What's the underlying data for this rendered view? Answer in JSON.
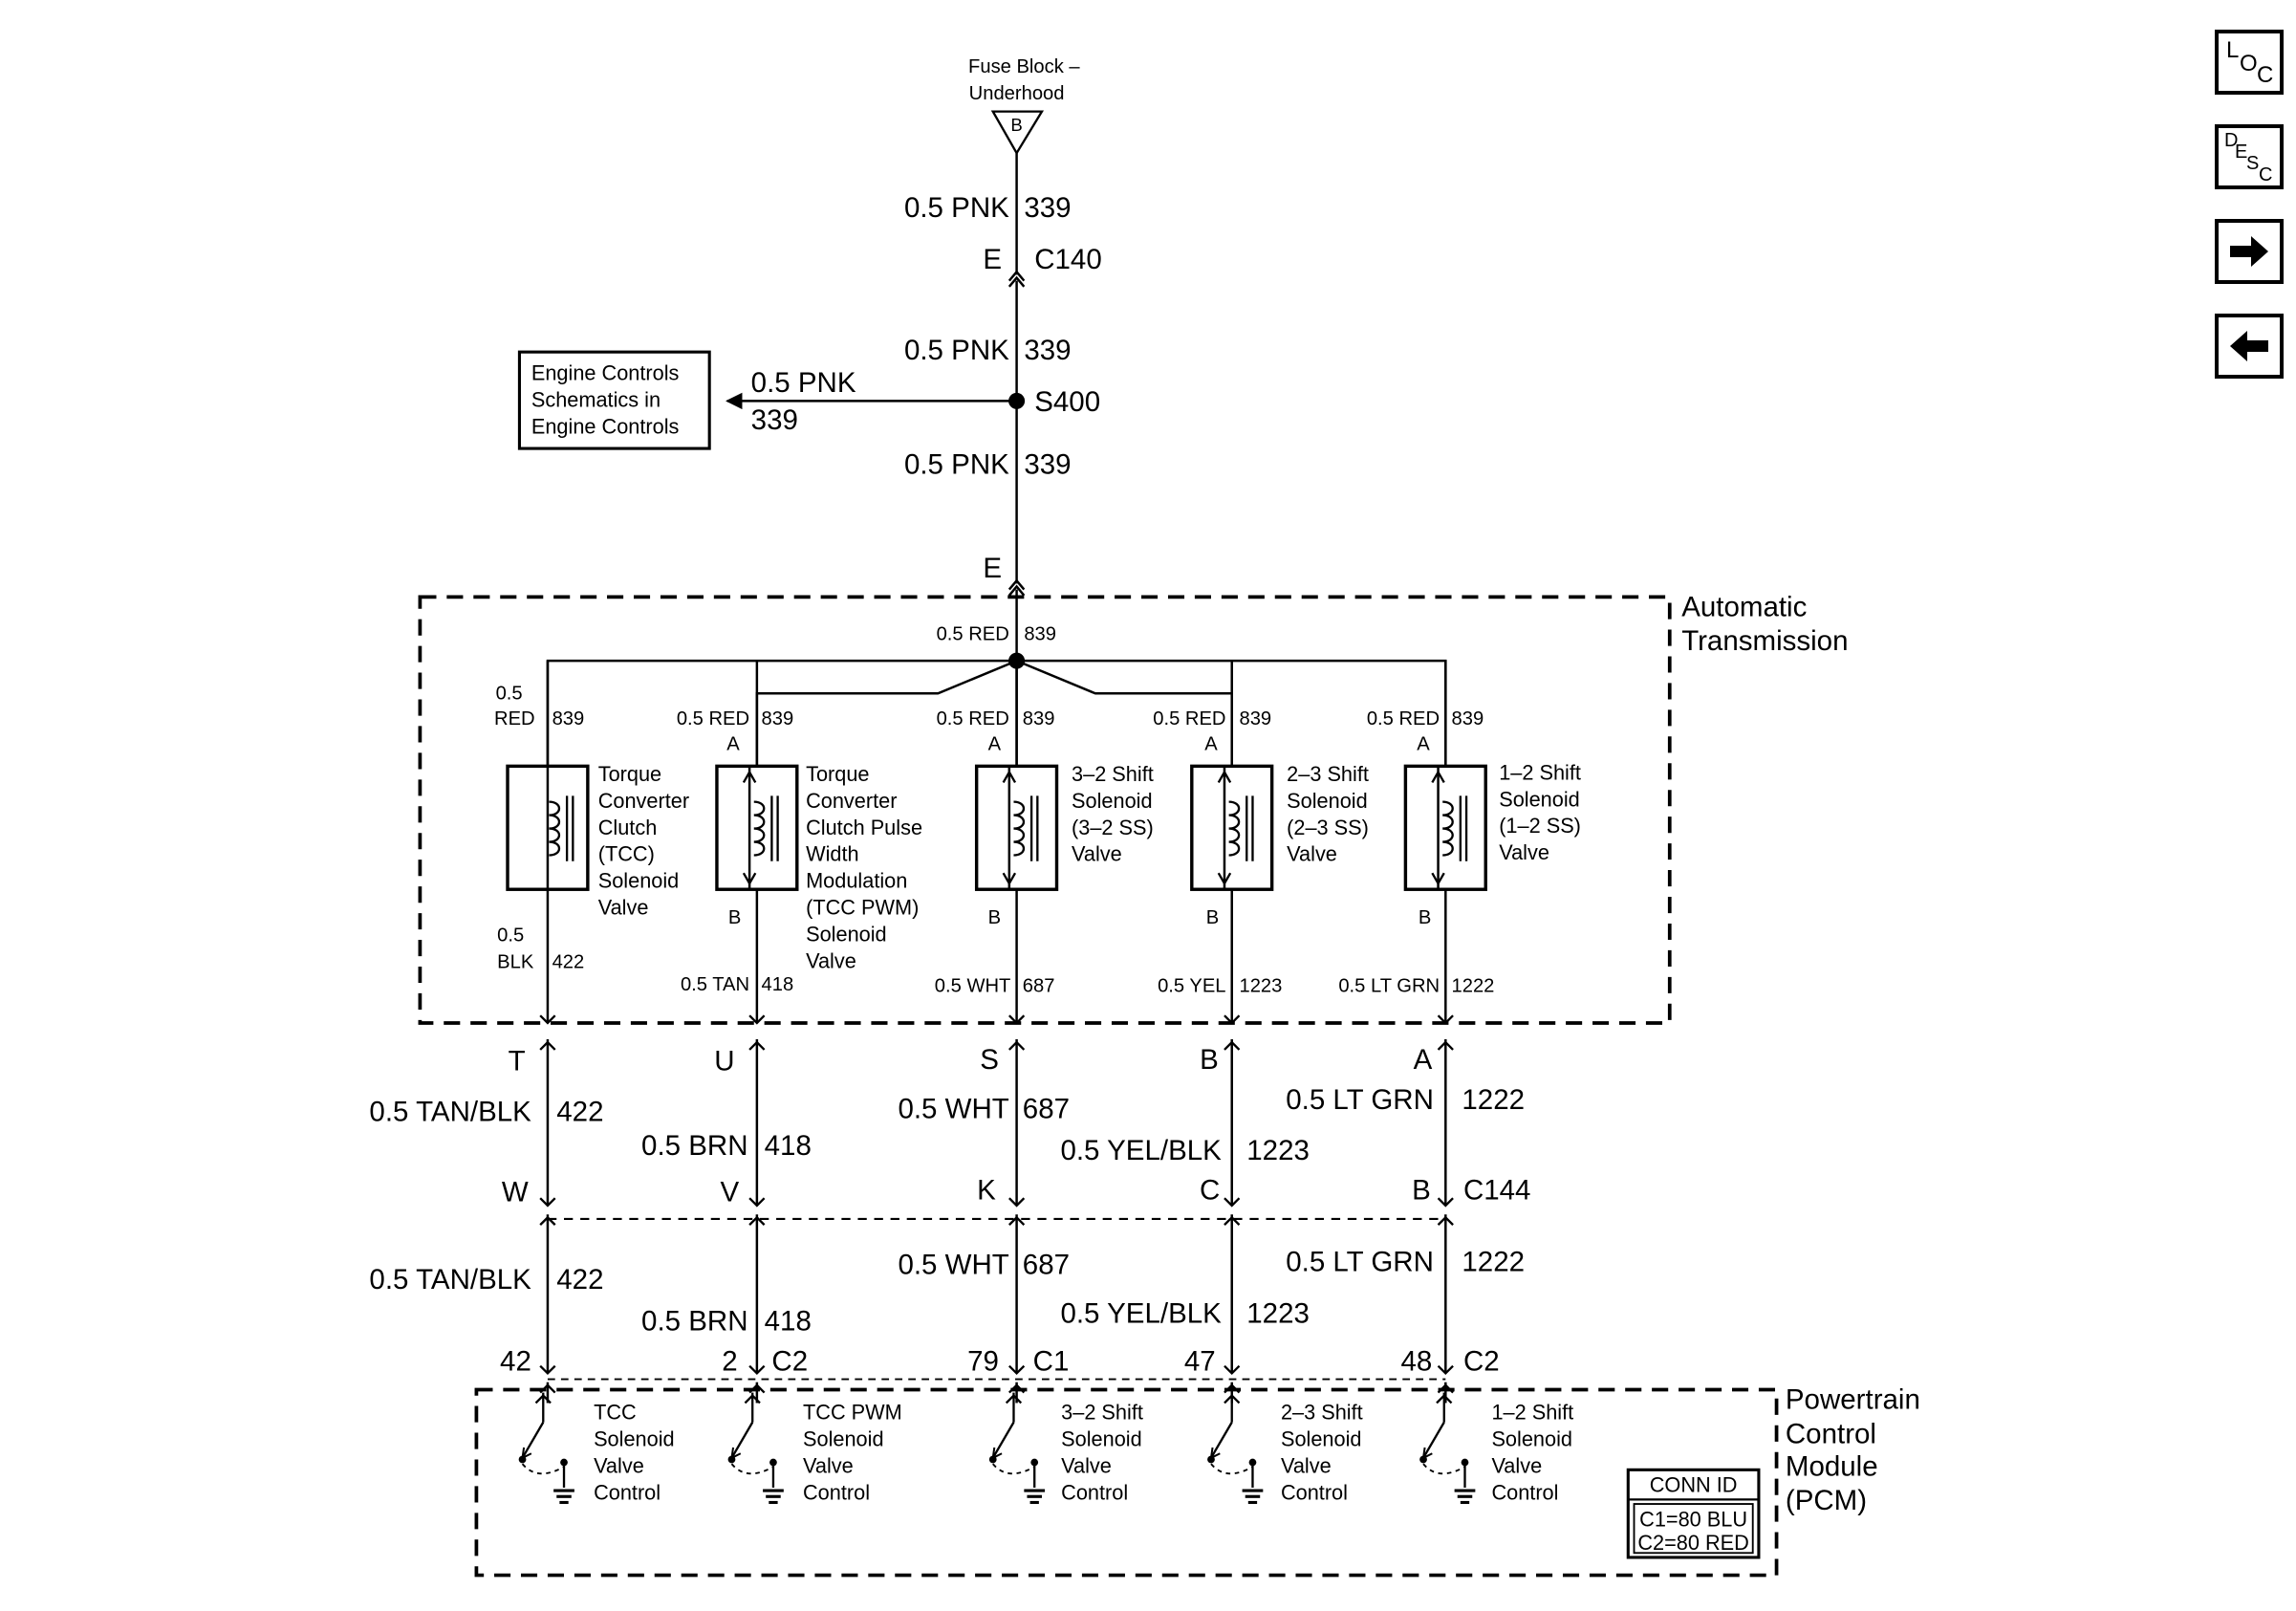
{
  "fuse_block": {
    "name": "Fuse Block –",
    "location": "Underhood",
    "terminal": "B"
  },
  "top_wires": {
    "gauge_color": "0.5 PNK",
    "circuit": "339",
    "c140_terminal": "E",
    "c140": "C140",
    "splice": "S400",
    "trans_terminal": "E"
  },
  "engine_controls": {
    "lines": [
      "Engine Controls",
      "Schematics in",
      "Engine Controls"
    ],
    "wire_gauge_color": "0.5 PNK",
    "wire_circuit": "339"
  },
  "automatic_transmission": {
    "label_lines": [
      "Automatic",
      "Transmission"
    ],
    "main_wire_gauge_color": "0.5 RED",
    "main_wire_circuit": "839",
    "tcc_feed_gauge": "0.5",
    "tcc_feed_color": "RED",
    "tcc_ground_gauge": "0.5",
    "tcc_ground_color": "BLK",
    "tcc_ground_circuit": "422",
    "solenoids": [
      {
        "label_lines": [
          "Torque",
          "Converter",
          "Clutch",
          "(TCC)",
          "Solenoid",
          "Valve"
        ]
      },
      {
        "feed_gauge_color": "0.5 RED",
        "feed_circuit": "839",
        "pin_top": "A",
        "pin_bottom": "B",
        "out_gauge_color": "0.5 TAN",
        "out_circuit": "418",
        "label_lines": [
          "Torque",
          "Converter",
          "Clutch Pulse",
          "Width",
          "Modulation",
          "(TCC PWM)",
          "Solenoid",
          "Valve"
        ]
      },
      {
        "feed_gauge_color": "0.5 RED",
        "feed_circuit": "839",
        "pin_top": "A",
        "pin_bottom": "B",
        "out_gauge_color": "0.5 WHT",
        "out_circuit": "687",
        "label_lines": [
          "3–2 Shift",
          "Solenoid",
          "(3–2 SS)",
          "Valve"
        ]
      },
      {
        "feed_gauge_color": "0.5 RED",
        "feed_circuit": "839",
        "pin_top": "A",
        "pin_bottom": "B",
        "out_gauge_color": "0.5 YEL",
        "out_circuit": "1223",
        "label_lines": [
          "2–3 Shift",
          "Solenoid",
          "(2–3 SS)",
          "Valve"
        ]
      },
      {
        "feed_gauge_color": "0.5 RED",
        "feed_circuit": "839",
        "pin_top": "A",
        "pin_bottom": "B",
        "out_gauge_color": "0.5 LT GRN",
        "out_circuit": "1222",
        "label_lines": [
          "1–2 Shift",
          "Solenoid",
          "(1–2 SS)",
          "Valve"
        ]
      }
    ]
  },
  "harness": [
    {
      "trans_pin": "T",
      "gauge_color": "0.5 TAN/BLK",
      "circuit": "422",
      "c144_pin": "W",
      "pcm_pin": "42",
      "pcm_connector": ""
    },
    {
      "trans_pin": "U",
      "gauge_color": "0.5 BRN",
      "circuit": "418",
      "c144_pin": "V",
      "pcm_pin": "2",
      "pcm_connector": "C2"
    },
    {
      "trans_pin": "S",
      "gauge_color": "0.5 WHT",
      "circuit": "687",
      "c144_pin": "K",
      "pcm_pin": "79",
      "pcm_connector": "C1"
    },
    {
      "trans_pin": "B",
      "gauge_color": "0.5 YEL/BLK",
      "circuit": "1223",
      "c144_pin": "C",
      "pcm_pin": "47",
      "pcm_connector": ""
    },
    {
      "trans_pin": "A",
      "gauge_color": "0.5 LT GRN",
      "circuit": "1222",
      "c144_pin": "B",
      "pcm_pin": "48",
      "pcm_connector": "C2"
    }
  ],
  "c144": "C144",
  "pcm": {
    "label_lines": [
      "Powertrain",
      "Control",
      "Module",
      "(PCM)"
    ],
    "controls": [
      {
        "label_lines": [
          "TCC",
          "Solenoid",
          "Valve",
          "Control"
        ]
      },
      {
        "label_lines": [
          "TCC PWM",
          "Solenoid",
          "Valve",
          "Control"
        ]
      },
      {
        "label_lines": [
          "3–2 Shift",
          "Solenoid",
          "Valve",
          "Control"
        ]
      },
      {
        "label_lines": [
          "2–3 Shift",
          "Solenoid",
          "Valve",
          "Control"
        ]
      },
      {
        "label_lines": [
          "1–2 Shift",
          "Solenoid",
          "Valve",
          "Control"
        ]
      }
    ],
    "conn_id": {
      "title": "CONN ID",
      "lines": [
        "C1=80 BLU",
        "C2=80 RED"
      ]
    }
  },
  "nav": {
    "loc": {
      "a": "L",
      "b": "O",
      "c": "C"
    },
    "desc": {
      "a": "D",
      "b": "E",
      "c": "S",
      "d": "C"
    },
    "forward_icon": "arrow-right-icon",
    "back_icon": "arrow-left-icon"
  }
}
